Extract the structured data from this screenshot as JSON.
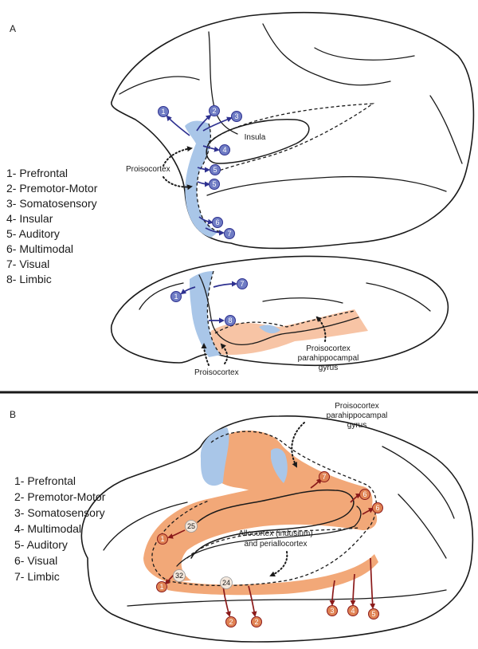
{
  "panel_a": {
    "letter": "A",
    "legend": [
      "1- Prefrontal",
      "2- Premotor-Motor",
      "3- Somatosensory",
      "4- Insular",
      "5- Auditory",
      "6- Multimodal",
      "7- Visual",
      "8- Limbic"
    ],
    "labels": {
      "insula": "Insula",
      "proisocortex_lateral": "Proisocortex",
      "proisocortex_medial": "Proisocortex",
      "parahippocampal_line1": "Proisocortex",
      "parahippocampal_line2": "parahippocampal",
      "parahippocampal_line3": "gyrus"
    },
    "lateral_badges": [
      "1",
      "2",
      "3",
      "4",
      "5",
      "5",
      "6",
      "7"
    ],
    "medial_badges": [
      "1",
      "7",
      "8"
    ]
  },
  "panel_b": {
    "letter": "B",
    "legend": [
      "1- Prefrontal",
      "2- Premotor-Motor",
      "3- Somatosensory",
      "4- Multimodal",
      "5- Auditory",
      "6- Visual",
      "7- Limbic"
    ],
    "labels": {
      "parahippocampal_line1": "Proisocortex",
      "parahippocampal_line2": "parahippocampal",
      "parahippocampal_line3": "gyrus",
      "allocortex_line1": "Allocortex (indusium)",
      "allocortex_line2": "and periallocortex"
    },
    "area_numbers": [
      "25",
      "32",
      "24"
    ],
    "badges": [
      "1",
      "1",
      "2",
      "2",
      "3",
      "4",
      "5",
      "6",
      "6",
      "7"
    ]
  },
  "colors": {
    "proisocortex_blue": "#a9c6e8",
    "limbic_orange": "#f2a878",
    "limbic_light": "#f7c4a5",
    "blue_badge": "#6f7cc4",
    "red_badge": "#e08354",
    "blue_arrow": "#2e3190",
    "red_arrow": "#8b1a1a"
  }
}
